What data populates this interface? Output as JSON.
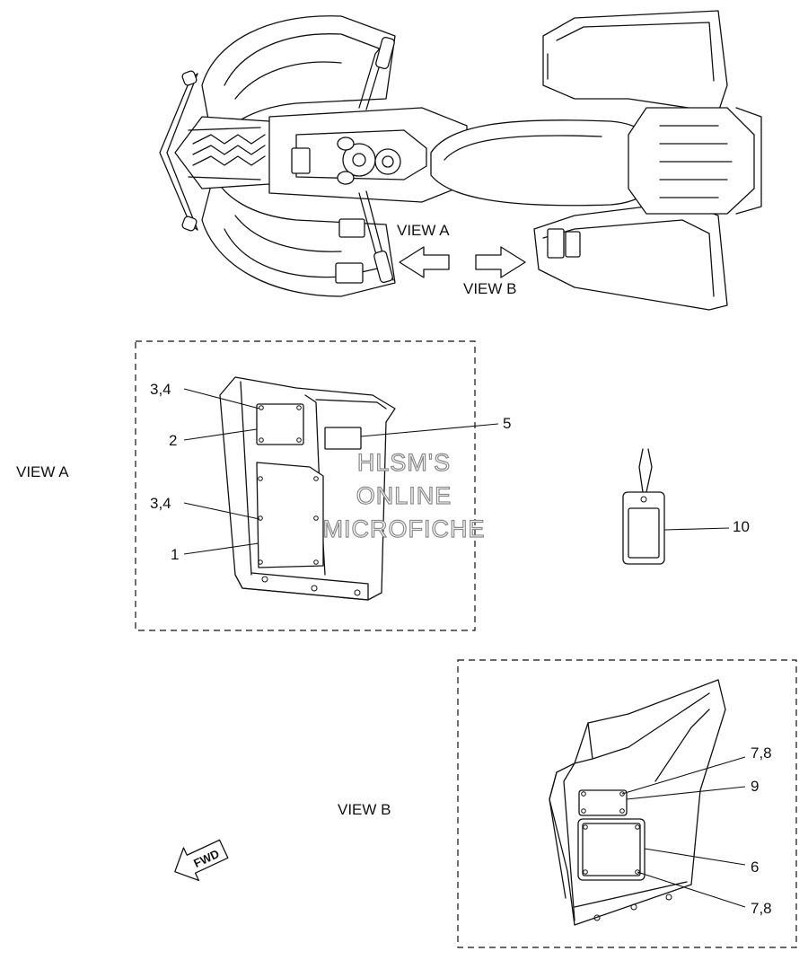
{
  "diagram": {
    "view_labels": {
      "top_view_a": "VIEW A",
      "top_view_b": "VIEW B",
      "panel_a_title": "VIEW A",
      "panel_b_title": "VIEW B"
    },
    "callouts_view_a": [
      {
        "id": "a1",
        "text": "3,4"
      },
      {
        "id": "a2",
        "text": "2"
      },
      {
        "id": "a3",
        "text": "3,4"
      },
      {
        "id": "a4",
        "text": "1"
      },
      {
        "id": "a5",
        "text": "5"
      }
    ],
    "callout_tag": {
      "text": "10"
    },
    "callouts_view_b": [
      {
        "id": "b1",
        "text": "7,8"
      },
      {
        "id": "b2",
        "text": "9"
      },
      {
        "id": "b3",
        "text": "6"
      },
      {
        "id": "b4",
        "text": "7,8"
      }
    ],
    "fwd_arrow_text": "FWD",
    "watermark": {
      "line1": "HLSM'S",
      "line2": "ONLINE",
      "line3": "MICROFICHE"
    }
  }
}
